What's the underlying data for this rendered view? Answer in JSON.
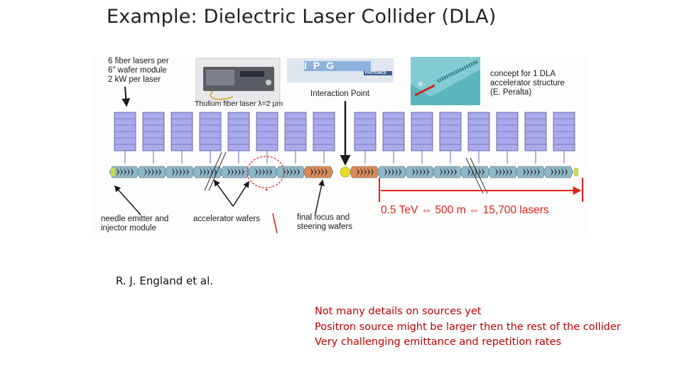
{
  "title": "Example: Dielectric Laser Collider (DLA)",
  "figure": {
    "laser_note": [
      "6 fiber lasers per",
      "6\" wafer module",
      "2 kW per laser"
    ],
    "laser_product_caption": "Thulium fiber laser λ=2 μm",
    "ipg_logo": "IPG",
    "ipg_subtitle": "PHOTONICS",
    "electron_label": "e-",
    "concept_note": [
      "concept for 1 DLA",
      "accelerator structure",
      "(E. Peralta)"
    ],
    "interaction_point_label": "Interaction Point",
    "needle_label": [
      "needle emitter and",
      "injector module"
    ],
    "accelerator_label": "accelerator wafers",
    "final_focus_label": [
      "final focus and",
      "steering wafers"
    ],
    "energy_scale": "0.5 TeV ⇔ 500 m ⇔  15,700 lasers"
  },
  "credit": "R. J. England et al.",
  "notes": [
    "Not many details on sources yet",
    "Positron source might be larger then the rest of the collider",
    "Very challenging emittance and repetition rates"
  ],
  "colors": {
    "laser_module": "#aaaaee",
    "beamline_wafer": "#8fb8c7",
    "final_focus_wafer": "#d98a57",
    "interaction_point": "#e6dd2c",
    "accent_red": "#e2231a",
    "notes_red": "#c00000"
  }
}
